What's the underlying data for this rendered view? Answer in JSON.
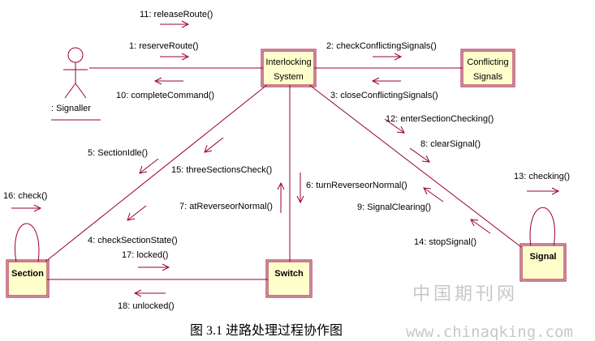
{
  "objects": {
    "signaller": ": Signaller",
    "interlocking_line1": "Interlocking",
    "interlocking_line2": "System",
    "conflicting_line1": "Conflicting",
    "conflicting_line2": "Signals",
    "section": "Section",
    "switch": "Switch",
    "signal": "Signal"
  },
  "messages": {
    "m1": "1: reserveRoute()",
    "m2": "2: checkConflictingSignals()",
    "m3": "3: closeConflictingSignals()",
    "m4": "4: checkSectionState()",
    "m5": "5: SectionIdle()",
    "m6": "6: turnReverseorNormal()",
    "m7": "7: atReverseorNormal()",
    "m8": "8: clearSignal()",
    "m9": "9: SignalClearing()",
    "m10": "10: completeCommand()",
    "m11": "11: releaseRoute()",
    "m12": "12: enterSectionChecking()",
    "m13": "13: checking()",
    "m14": "14: stopSignal()",
    "m15": "15: threeSectionsCheck()",
    "m16": "16: check()",
    "m17": "17: locked()",
    "m18": "18: unlocked()"
  },
  "caption": "图 3.1  进路处理过程协作图",
  "watermark": {
    "cn": "中国期刊网",
    "url": "www.chinaqking.com"
  }
}
